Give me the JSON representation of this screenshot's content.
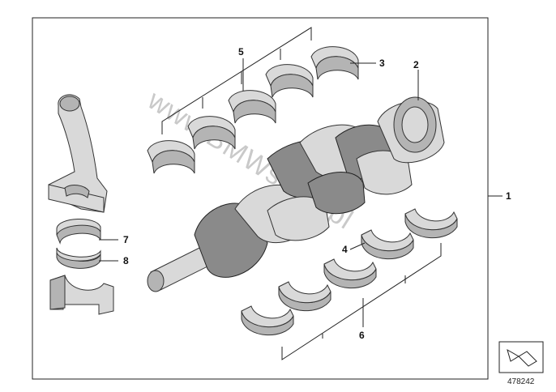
{
  "diagram": {
    "callouts": {
      "c1": "1",
      "c2": "2",
      "c3": "3",
      "c4": "4",
      "c5": "5",
      "c6": "6",
      "c7": "7",
      "c8": "8"
    },
    "watermark": "www.BMWstore.pl",
    "reference_number": "478242"
  }
}
